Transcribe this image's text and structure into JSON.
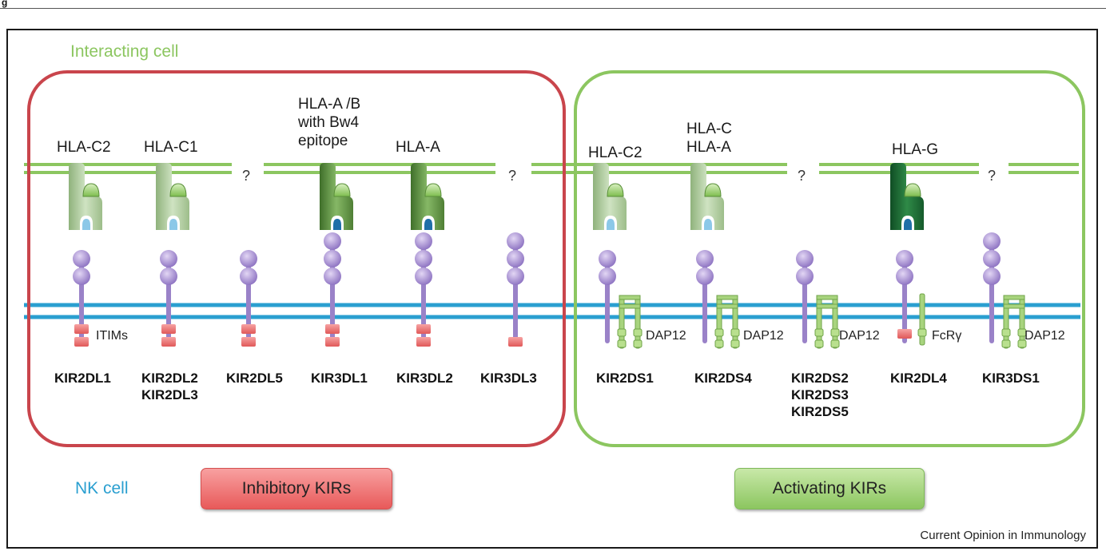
{
  "header": {
    "fig_label": "g"
  },
  "labels": {
    "interacting_cell": "Interacting cell",
    "nk_cell": "NK cell",
    "credit": "Current Opinion in Immunology",
    "inhibitory_group": "Inhibitory KIRs",
    "activating_group": "Activating KIRs",
    "unknown_ligand": "?"
  },
  "colors": {
    "inhibitory": "#c9454c",
    "activating": "#8cc660",
    "nk_membrane": "#2a9fd0",
    "target_membrane": "#8cc660",
    "receptor": "#9a82c8",
    "itim": "#e86a6a",
    "adaptor": "#a8d47e"
  },
  "inhibitory": [
    {
      "ligand": "HLA-C2",
      "receptor_lines": [
        "KIR2DL1"
      ],
      "ig_domains": 2,
      "itim_count": 2,
      "side_label": "ITIMs",
      "hla_shade": "light"
    },
    {
      "ligand": "HLA-C1",
      "receptor_lines": [
        "KIR2DL2",
        "KIR2DL3"
      ],
      "ig_domains": 2,
      "itim_count": 2,
      "side_label": "",
      "hla_shade": "light"
    },
    {
      "ligand": "?",
      "receptor_lines": [
        "KIR2DL5"
      ],
      "ig_domains": 2,
      "itim_count": 2,
      "side_label": "",
      "hla_shade": "none"
    },
    {
      "ligand": "HLA-A /B\nwith Bw4\nepitope",
      "receptor_lines": [
        "KIR3DL1"
      ],
      "ig_domains": 3,
      "itim_count": 2,
      "side_label": "",
      "hla_shade": "mid"
    },
    {
      "ligand": "HLA-A",
      "receptor_lines": [
        "KIR3DL2"
      ],
      "ig_domains": 3,
      "itim_count": 2,
      "side_label": "",
      "hla_shade": "mid"
    },
    {
      "ligand": "?",
      "receptor_lines": [
        "KIR3DL3"
      ],
      "ig_domains": 3,
      "itim_count": 1,
      "side_label": "",
      "hla_shade": "none"
    }
  ],
  "activating": [
    {
      "ligand": "HLA-C2",
      "receptor_lines": [
        "KIR2DS1"
      ],
      "ig_domains": 2,
      "adaptor": "DAP12",
      "hla_shade": "light"
    },
    {
      "ligand": "HLA-C\nHLA-A",
      "receptor_lines": [
        "KIR2DS4"
      ],
      "ig_domains": 2,
      "adaptor": "DAP12",
      "hla_shade": "light"
    },
    {
      "ligand": "?",
      "receptor_lines": [
        "KIR2DS2",
        "KIR2DS3",
        "KIR2DS5"
      ],
      "ig_domains": 2,
      "adaptor": "DAP12",
      "hla_shade": "none"
    },
    {
      "ligand": "HLA-G",
      "receptor_lines": [
        "KIR2DL4"
      ],
      "ig_domains": 2,
      "adaptor": "FcRγ",
      "hla_shade": "dark"
    },
    {
      "ligand": "?",
      "receptor_lines": [
        "KIR3DS1"
      ],
      "ig_domains": 3,
      "adaptor": "DAP12",
      "hla_shade": "none"
    }
  ]
}
